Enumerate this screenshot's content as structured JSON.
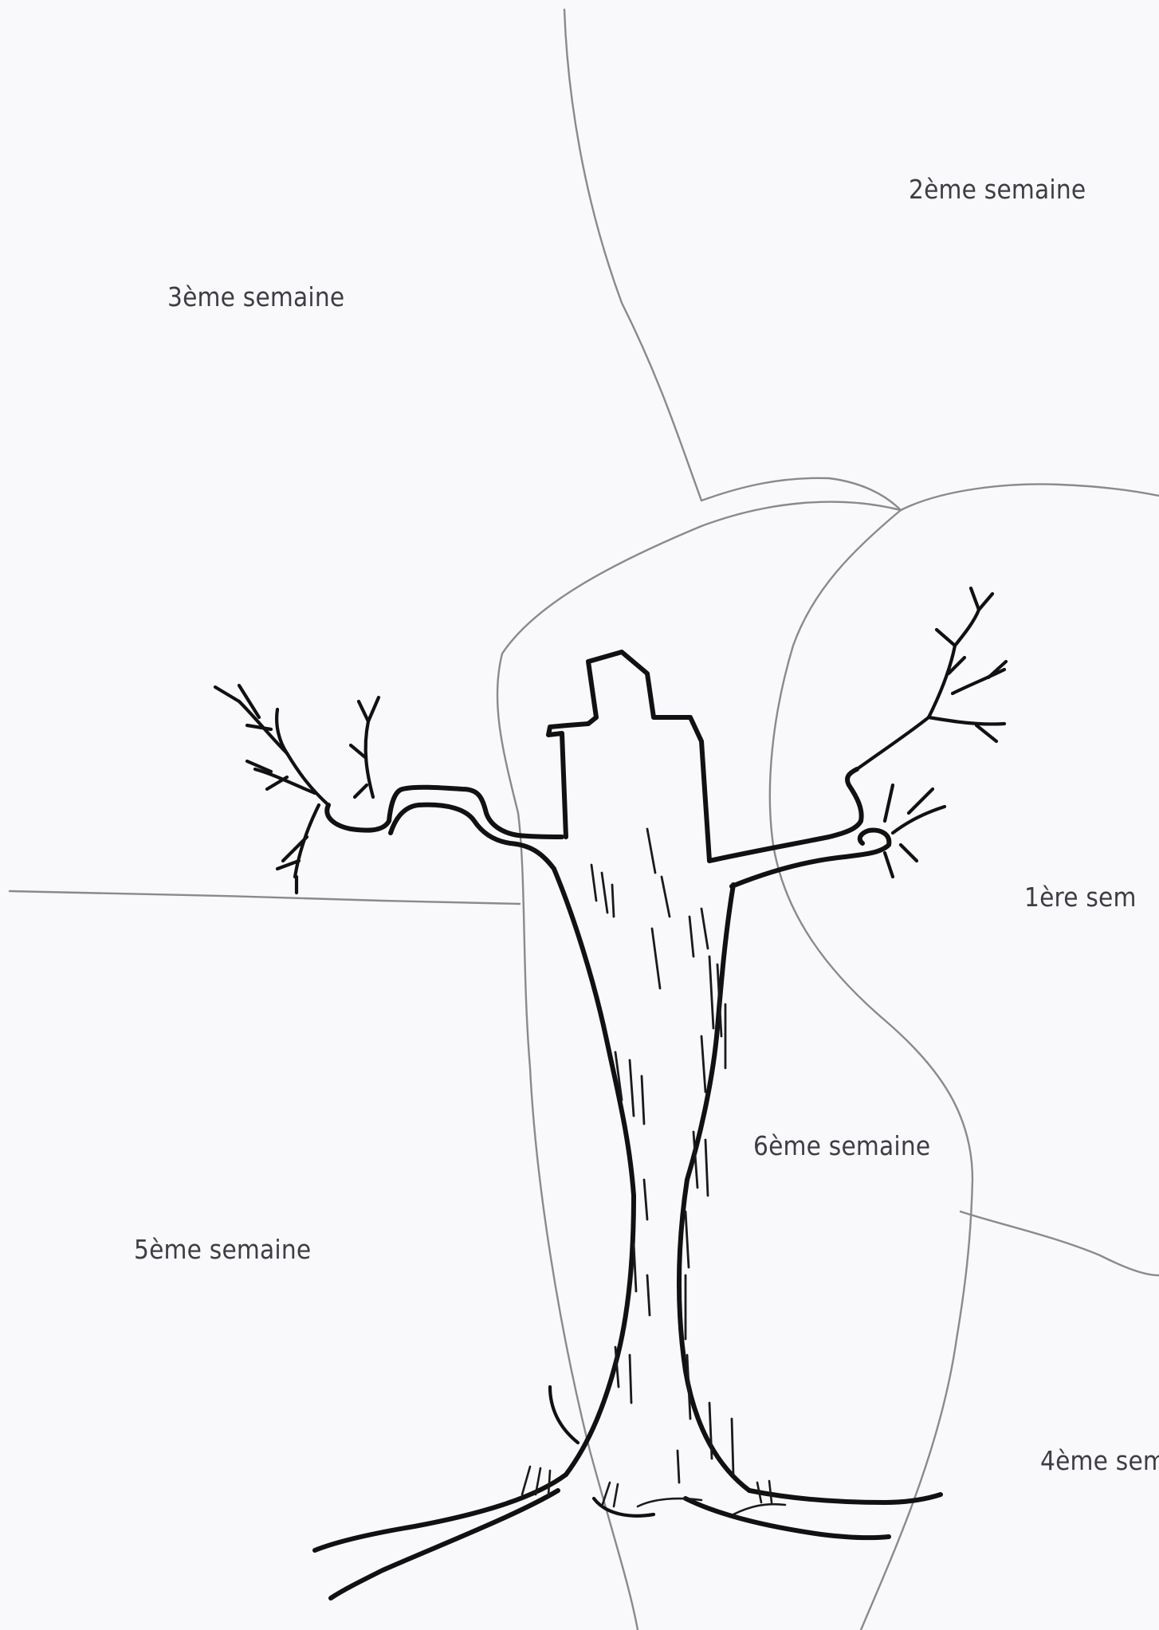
{
  "regions": [
    {
      "id": "week-1",
      "label": "1ère sem"
    },
    {
      "id": "week-2",
      "label": "2ème semaine"
    },
    {
      "id": "week-3",
      "label": "3ème semaine"
    },
    {
      "id": "week-4",
      "label": "4ème sem"
    },
    {
      "id": "week-5",
      "label": "5ème semaine"
    },
    {
      "id": "week-6",
      "label": "6ème semaine"
    }
  ],
  "colors": {
    "background": "#f9f9fb",
    "region_line": "#8a8a8c",
    "tree_ink": "#111111",
    "label_text": "#3d3d43"
  },
  "illustration": {
    "subject": "tree-icon"
  }
}
